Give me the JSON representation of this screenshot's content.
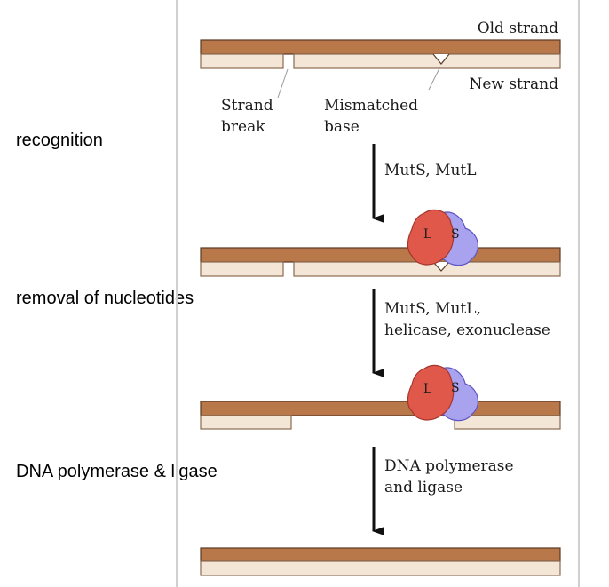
{
  "side_labels": {
    "recognition": "recognition",
    "removal": "removal of nucleotides",
    "polymerase": "DNA polymerase & ligase"
  },
  "figure": {
    "old_strand": "Old strand",
    "new_strand": "New strand",
    "strand_break_line1": "Strand",
    "strand_break_line2": "break",
    "mismatched_line1": "Mismatched",
    "mismatched_line2": "base",
    "step1_line1": "MutS, MutL",
    "step2_line1": "MutS, MutL,",
    "step2_line2": "helicase, exonuclease",
    "step3_line1": "DNA polymerase",
    "step3_line2": "and ligase",
    "protein_l": "L",
    "protein_s": "S"
  },
  "colors": {
    "old_strand": "#b8784a",
    "new_strand": "#f3e6d6",
    "outline": "#5a3a24",
    "mutl": "#e0584a",
    "muts": "#a9a2ef",
    "frame": "#d0d0d0"
  }
}
